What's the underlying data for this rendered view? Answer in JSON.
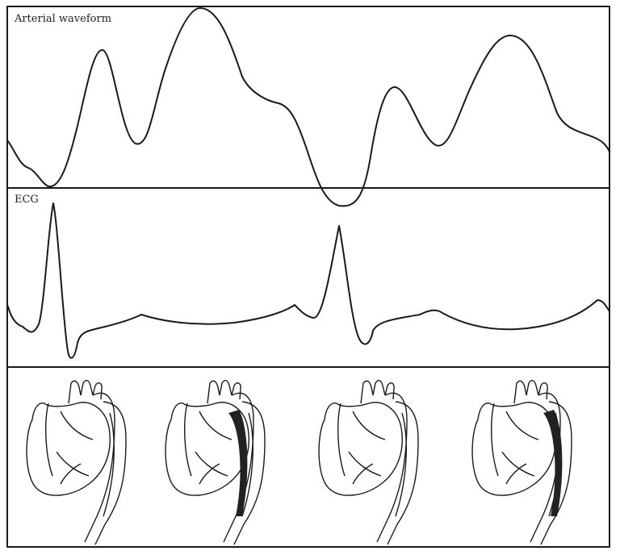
{
  "panels": {
    "arterial": {
      "label": "Arterial waveform"
    },
    "ecg": {
      "label": "ECG"
    },
    "illustrations": {
      "count": 4,
      "balloon_inflated": [
        false,
        true,
        false,
        true
      ]
    }
  },
  "colors": {
    "ink": "#1a1a1a",
    "background": "#ffffff"
  }
}
